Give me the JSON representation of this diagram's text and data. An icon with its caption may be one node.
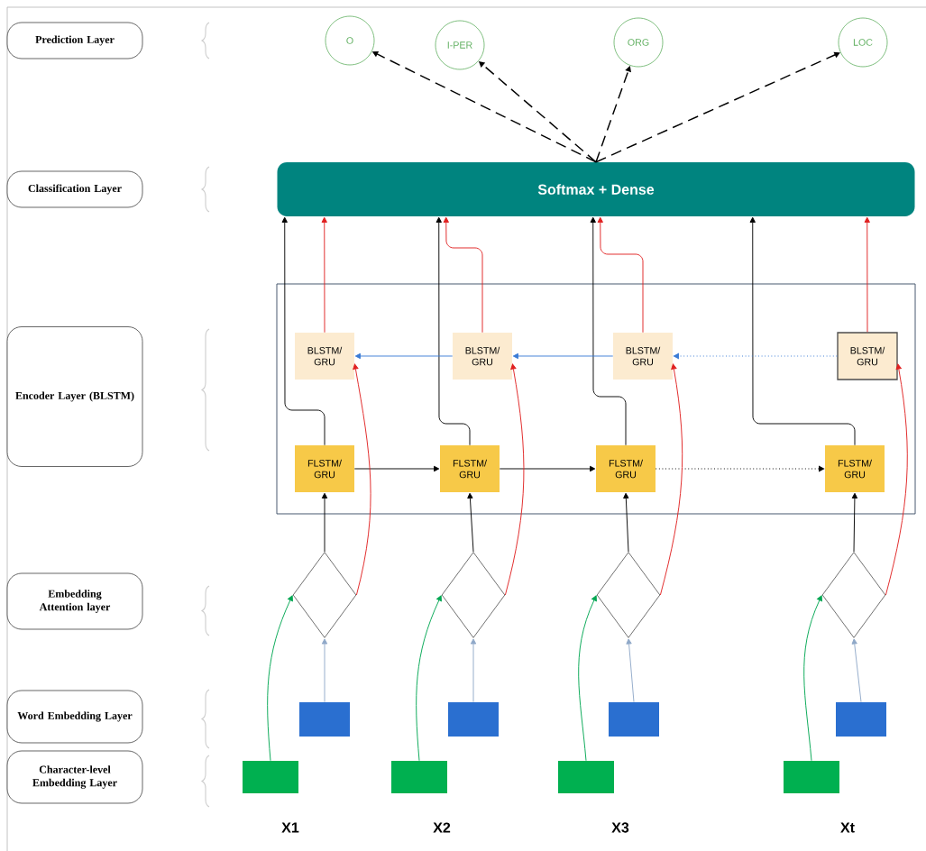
{
  "diagram": {
    "nodes": [
      {
        "text": [
          "Prediction Layer"
        ]
      },
      {
        "text": [
          "Classification Layer"
        ]
      },
      {
        "text": [
          "Encoder Layer (BLSTM)"
        ]
      },
      {
        "text": [
          "Embedding Attention layer"
        ]
      },
      {
        "text": [
          "Word Embedding Layer"
        ]
      },
      {
        "text": [
          "Character-level Embedding Layer"
        ]
      },
      {
        "text": [
          "O"
        ]
      },
      {
        "text": [
          "I-PER"
        ]
      },
      {
        "text": [
          "ORG"
        ]
      },
      {
        "text": [
          "LOC"
        ]
      },
      {
        "text": [
          "Softmax + Dense"
        ]
      },
      {
        "text": [],
        "shape": "box"
      },
      {
        "text": [
          "BLSTM/ GRU"
        ],
        "in": 11
      },
      {
        "text": [
          "BLSTM/ GRU"
        ],
        "in": 11
      },
      {
        "text": [
          "BLSTM/ GRU"
        ],
        "in": 11
      },
      {
        "text": [
          "BLSTM/ GRU"
        ],
        "in": 11
      },
      {
        "text": [
          "FLSTM/ GRU"
        ],
        "in": 11
      },
      {
        "text": [
          "FLSTM/ GRU"
        ],
        "in": 11
      },
      {
        "text": [
          "FLSTM/ GRU"
        ],
        "in": 11
      },
      {
        "text": [
          "FLSTM/ GRU"
        ],
        "in": 11
      },
      {
        "text": [],
        "shape": "diamond"
      },
      {
        "text": [],
        "shape": "diamond"
      },
      {
        "text": [],
        "shape": "diamond"
      },
      {
        "text": [],
        "shape": "diamond"
      },
      {
        "text": [],
        "shape": "box"
      },
      {
        "text": [],
        "shape": "box"
      },
      {
        "text": [],
        "shape": "box"
      },
      {
        "text": [],
        "shape": "box"
      },
      {
        "text": [],
        "shape": "box"
      },
      {
        "text": [],
        "shape": "box"
      },
      {
        "text": [],
        "shape": "box"
      },
      {
        "text": [],
        "shape": "box"
      }
    ],
    "edges": [
      {
        "from": 10,
        "to": 6,
        "arrow": "to",
        "style": "dashed"
      },
      {
        "from": 10,
        "to": 7,
        "arrow": "to",
        "style": "dashed"
      },
      {
        "from": 10,
        "to": 8,
        "arrow": "to",
        "style": "dashed"
      },
      {
        "from": 10,
        "to": 9,
        "arrow": "to",
        "style": "dashed"
      },
      {
        "from": 16,
        "to": 10,
        "arrow": "to"
      },
      {
        "from": 17,
        "to": 10,
        "arrow": "to"
      },
      {
        "from": 18,
        "to": 10,
        "arrow": "to"
      },
      {
        "from": 19,
        "to": 10,
        "arrow": "to"
      },
      {
        "from": 12,
        "to": 10,
        "arrow": "to",
        "color": "#e02020"
      },
      {
        "from": 13,
        "to": 10,
        "arrow": "to",
        "color": "#e02020"
      },
      {
        "from": 14,
        "to": 10,
        "arrow": "to",
        "color": "#e02020"
      },
      {
        "from": 15,
        "to": 10,
        "arrow": "to",
        "color": "#e02020"
      },
      {
        "from": 16,
        "to": 17,
        "arrow": "to"
      },
      {
        "from": 17,
        "to": 18,
        "arrow": "to"
      },
      {
        "from": 18,
        "to": 19,
        "arrow": "to",
        "style": "dashed"
      },
      {
        "from": 13,
        "to": 12,
        "arrow": "to",
        "color": "#3a7bd5"
      },
      {
        "from": 14,
        "to": 13,
        "arrow": "to",
        "color": "#3a7bd5"
      },
      {
        "from": 15,
        "to": 14,
        "arrow": "to",
        "color": "#3a7bd5",
        "style": "dashed"
      },
      {
        "from": 20,
        "to": 16,
        "arrow": "to"
      },
      {
        "from": 21,
        "to": 17,
        "arrow": "to"
      },
      {
        "from": 22,
        "to": 18,
        "arrow": "to"
      },
      {
        "from": 23,
        "to": 19,
        "arrow": "to"
      },
      {
        "from": 20,
        "to": 12,
        "arrow": "to",
        "color": "#e02020"
      },
      {
        "from": 21,
        "to": 13,
        "arrow": "to",
        "color": "#e02020"
      },
      {
        "from": 22,
        "to": 14,
        "arrow": "to",
        "color": "#e02020"
      },
      {
        "from": 23,
        "to": 15,
        "arrow": "to",
        "color": "#e02020"
      },
      {
        "from": 24,
        "to": 20,
        "arrow": "to",
        "color": "#8fa8c8"
      },
      {
        "from": 25,
        "to": 21,
        "arrow": "to",
        "color": "#8fa8c8"
      },
      {
        "from": 26,
        "to": 22,
        "arrow": "to",
        "color": "#8fa8c8"
      },
      {
        "from": 27,
        "to": 23,
        "arrow": "to",
        "color": "#8fa8c8"
      },
      {
        "from": 28,
        "to": 20,
        "arrow": "to",
        "color": "#00a651"
      },
      {
        "from": 29,
        "to": 21,
        "arrow": "to",
        "color": "#00a651"
      },
      {
        "from": 30,
        "to": 22,
        "arrow": "to",
        "color": "#00a651"
      },
      {
        "from": 31,
        "to": 23,
        "arrow": "to",
        "color": "#00a651"
      }
    ],
    "labels": [
      "X1",
      "X2",
      "X3",
      "Xt"
    ]
  }
}
